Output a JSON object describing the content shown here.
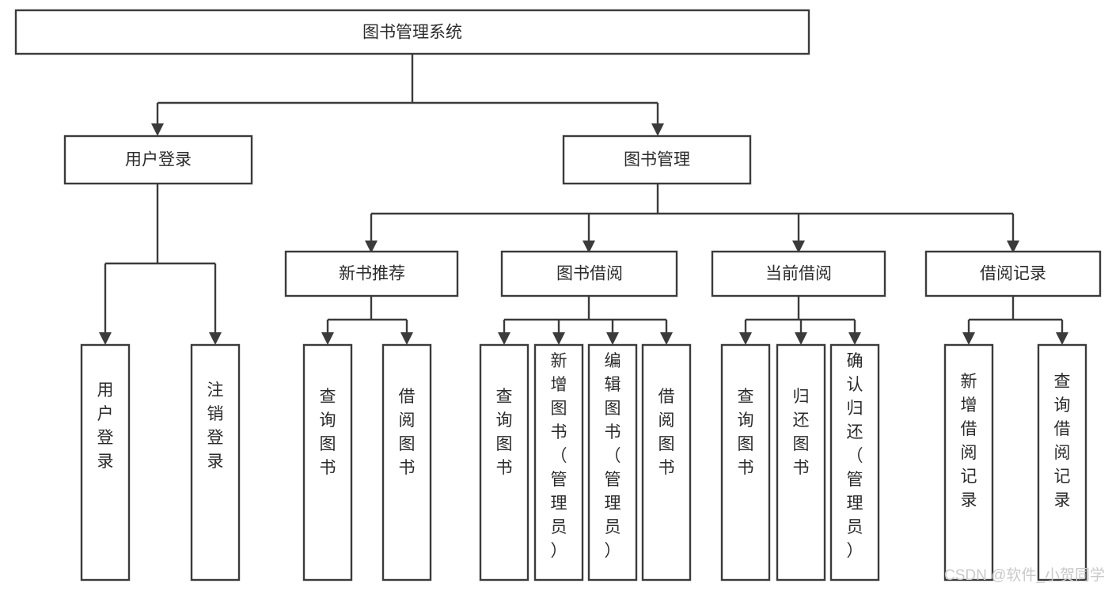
{
  "diagram": {
    "type": "tree-hierarchy",
    "title": "图书管理系统",
    "orientation": "top-down",
    "colors": {
      "box_stroke": "#3b3b3b",
      "box_fill": "#ffffff",
      "text": "#2b2b2b",
      "background": "#ffffff",
      "watermark": "#c9c9c9"
    },
    "root": {
      "label": "图书管理系统"
    },
    "level2": [
      {
        "label": "用户登录"
      },
      {
        "label": "图书管理"
      }
    ],
    "level3": [
      {
        "label": "新书推荐"
      },
      {
        "label": "图书借阅"
      },
      {
        "label": "当前借阅"
      },
      {
        "label": "借阅记录"
      }
    ],
    "leaves": {
      "user_login": [
        {
          "label": "用户登录"
        },
        {
          "label": "注销登录"
        }
      ],
      "new_book_recommend": [
        {
          "label": "查询图书"
        },
        {
          "label": "借阅图书"
        }
      ],
      "book_borrow": [
        {
          "label": "查询图书"
        },
        {
          "label": "新增图书（管理员）"
        },
        {
          "label": "编辑图书（管理员）"
        },
        {
          "label": "借阅图书"
        }
      ],
      "current_borrow": [
        {
          "label": "查询图书"
        },
        {
          "label": "归还图书"
        },
        {
          "label": "确认归还（管理员）"
        }
      ],
      "borrow_record": [
        {
          "label": "新增借阅记录"
        },
        {
          "label": "查询借阅记录"
        }
      ]
    }
  },
  "watermark": {
    "text": "CSDN @软件_小贺同学"
  }
}
